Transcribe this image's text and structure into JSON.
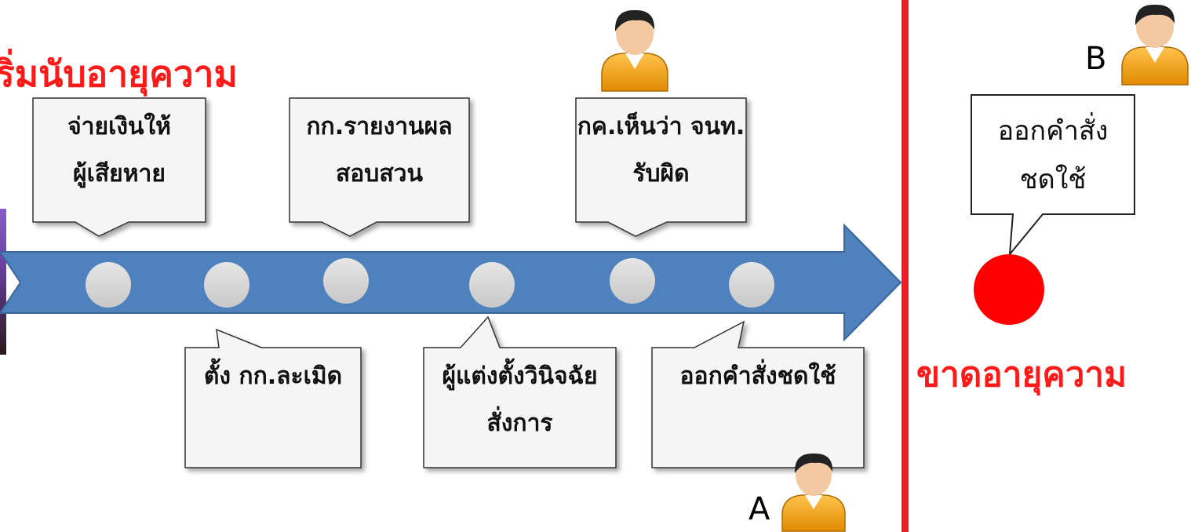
{
  "title_start": "ริ่มนับอายุความ",
  "title_end": "ขาดอายุความ",
  "callouts_top": [
    {
      "line1": "จ่ายเงินให้",
      "line2": "ผู้เสียหาย"
    },
    {
      "line1": "กก.รายงานผล",
      "line2": "สอบสวน"
    },
    {
      "line1": "กค.เห็นว่า จนท.",
      "line2": "รับผิด"
    }
  ],
  "callouts_bottom": [
    {
      "line1": "ตั้ง กก.ละเมิด",
      "line2": ""
    },
    {
      "line1": "ผู้แต่งตั้งวินิจฉัย",
      "line2": "สั่งการ"
    },
    {
      "line1": "ออกคำสั่งชดใช้",
      "line2": ""
    }
  ],
  "callout_right": {
    "line1": "ออกคำสั่ง",
    "line2": "ชดใช้"
  },
  "labels": {
    "a": "A",
    "b": "B"
  },
  "colors": {
    "arrow": "#4f81bd",
    "arrow_border": "#3a6699",
    "dot": "#d9d9d9",
    "accent": "#ee1c24",
    "end_dot": "#ff0000"
  }
}
